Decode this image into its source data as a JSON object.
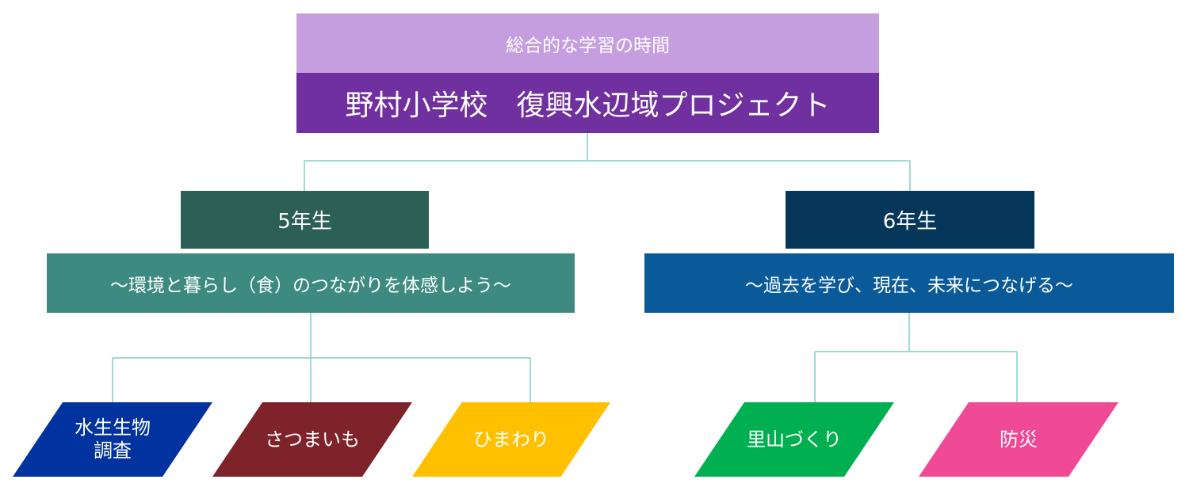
{
  "header": {
    "subtitle": "総合的な学習の時間",
    "title": "野村小学校　復興水辺域プロジェクト"
  },
  "grade5": {
    "label": "5年生",
    "theme": "～環境と暮らし（食）のつながりを体感しよう～",
    "activities": [
      "水生生物\n調査",
      "さつまいも",
      "ひまわり"
    ]
  },
  "grade6": {
    "label": "6年生",
    "theme": "～過去を学び、現在、未来につなげる～",
    "activities": [
      "里山づくり",
      "防災"
    ]
  },
  "colors": {
    "header_light": "#c59ee0",
    "header_dark": "#7030a0",
    "grade5_label": "#2c5f55",
    "grade5_theme": "#3d8b80",
    "grade6_label": "#06375b",
    "grade6_theme": "#0a5a9a",
    "water": "#0033a0",
    "potato": "#7f232a",
    "sunflower": "#ffc000",
    "satoyama": "#00b050",
    "disaster": "#f04996",
    "connector": "#7fcfc2"
  }
}
